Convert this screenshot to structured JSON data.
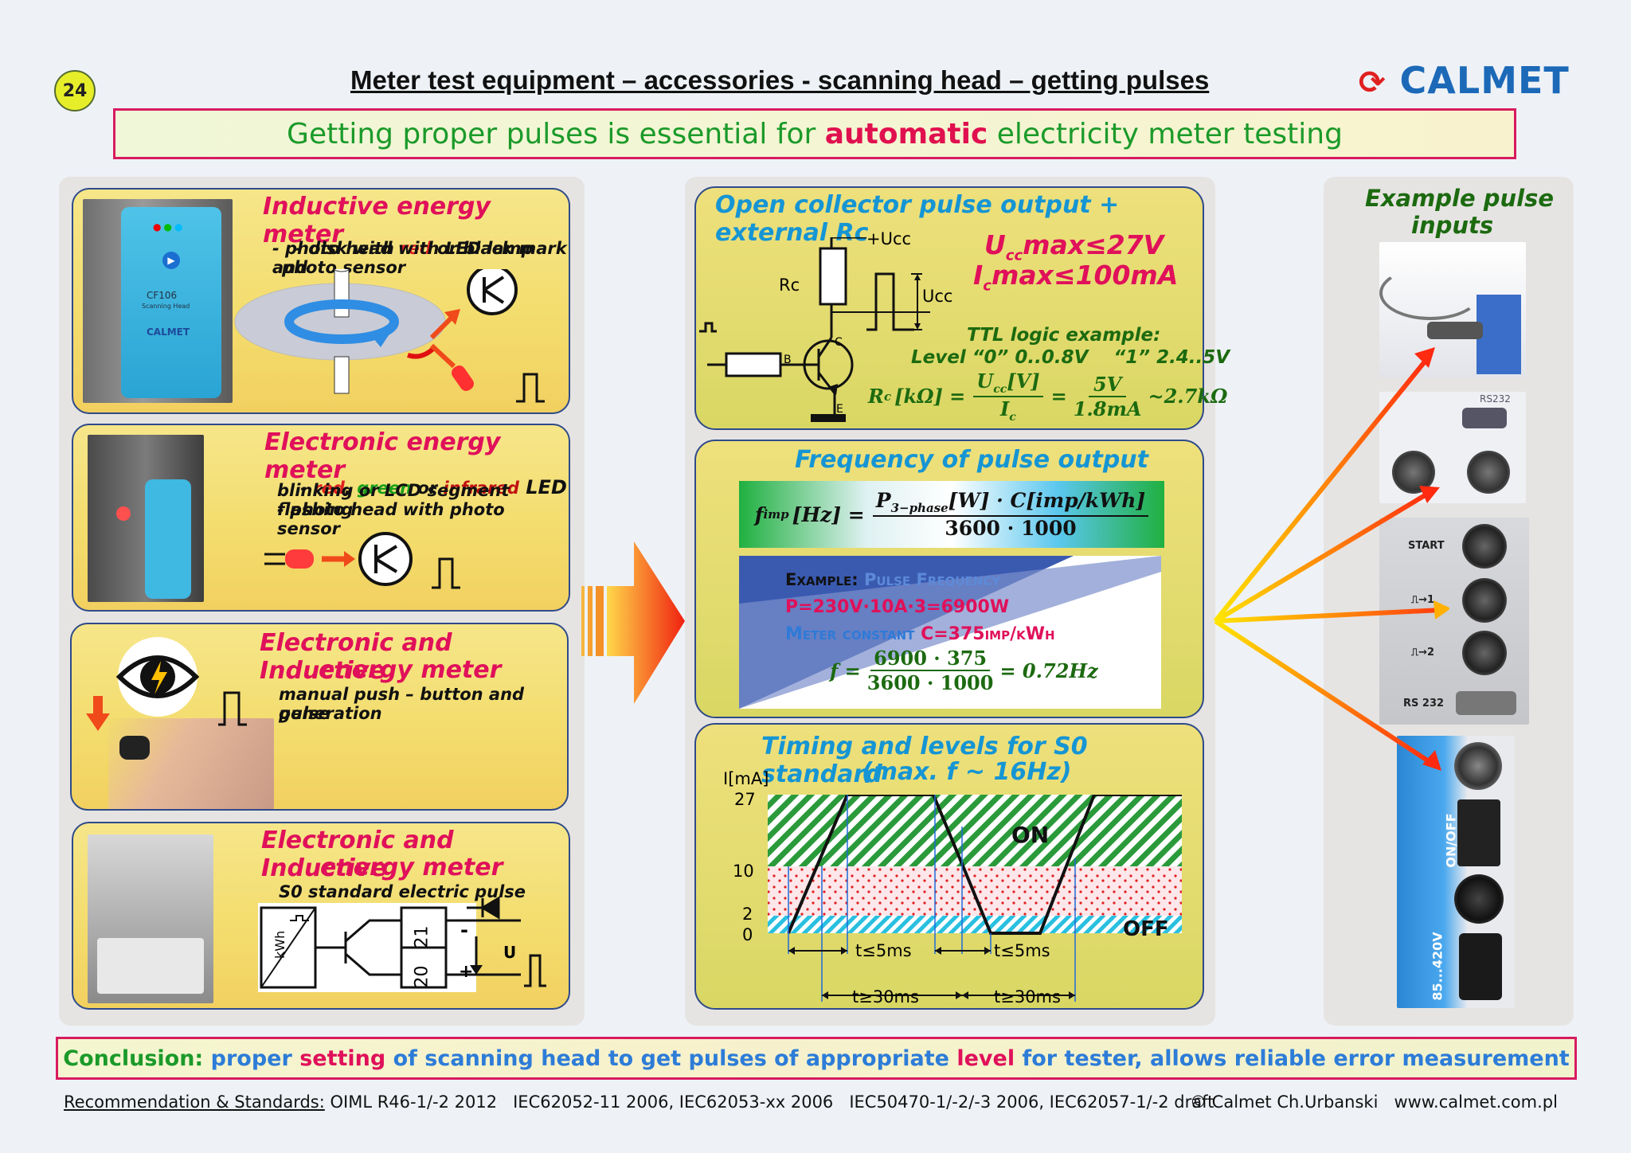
{
  "header": {
    "slide_number": "24",
    "title": "Meter test equipment – accessories - scanning head – getting pulses",
    "logo": "CALMET",
    "banner_before": "Getting proper pulses is essential for ",
    "banner_emph": "automatic",
    "banner_after": " electricity meter testing"
  },
  "left": {
    "inductive": {
      "heading": "Inductive energy meter",
      "line1_a": "- disk with ",
      "line1_red": "red",
      "line1_b": " or black mark",
      "line2": "- photo head with LED lamp and",
      "line3": "photo sensor",
      "device_model": "CF106",
      "device_sub": "Scanning Head",
      "device_brand": "CALMET"
    },
    "electronic": {
      "heading": "Electronic energy meter",
      "l1_a": "- ",
      "l1_red": "red",
      "l1_c1": ", ",
      "l1_green": "green",
      "l1_c2": " or ",
      "l1_inf": "infrared",
      "l1_led": " LED",
      "line2": "blinking or LCD segment flashing",
      "line3": "- photo head with photo sensor"
    },
    "manual": {
      "heading1": "Electronic and Inductive",
      "heading2": "energy meter",
      "line1": "manual push – button and pulse",
      "line2": "generation"
    },
    "s0": {
      "heading1": "Electronic and Inductive",
      "heading2": "energy meter",
      "line1": "S0 standard electric pulse",
      "kwh": "kWh",
      "t21": "21",
      "t20": "20",
      "minus": "-",
      "plus": "+",
      "u": "U"
    }
  },
  "middle": {
    "oc": {
      "heading": "Open collector pulse output + external Rc",
      "ucc_label": "+Ucc",
      "rc_label": "Rc",
      "ucc_pulse": "Ucc",
      "c": "C",
      "b": "B",
      "e": "E",
      "ucc_max": "U",
      "ucc_max_sub": "cc",
      "ucc_max_val": "max≤27V",
      "ic_max": "I",
      "ic_max_sub": "c",
      "ic_max_val": "max≤100mA",
      "ttl1": "TTL logic example:",
      "ttl2": "Level “0” 0..0.8V    “1” 2.4..5V",
      "rc_formula_lhs": "R",
      "rc_formula_sub": "c",
      "rc_formula_unit": "[kΩ] =",
      "rc_num": "U",
      "rc_num_sub": "cc",
      "rc_num_unit": "[V]",
      "rc_den": "I",
      "rc_den_sub": "c",
      "rc_eq": "=",
      "rc_num2": "5V",
      "rc_den2": "1.8mA",
      "rc_res": "~2.7kΩ"
    },
    "freq": {
      "heading": "Frequency of pulse output",
      "f_lhs": "f",
      "f_lhs_sub": "imp",
      "f_lhs_unit": "[Hz] =",
      "f_num": "P",
      "f_num_sub": "3−phase",
      "f_num_rest": "[W] · C[imp/kWh]",
      "f_den": "3600 · 1000",
      "ex1": "Example: ",
      "ex1_b": "Pulse Frequency",
      "ex2": "P=230V·10A·3=6900W",
      "ex3": "Meter constant ",
      "ex3_b": "C=375imp/kWh",
      "ex_f": "f =",
      "ex_num": "6900 · 375",
      "ex_den": "3600 · 1000",
      "ex_res": "= 0.72Hz"
    },
    "timing": {
      "heading1": "Timing and levels for S0 standard",
      "heading2": "(max. f ~ 16Hz)",
      "ylabel": "I[mA]",
      "y27": "27",
      "y10": "10",
      "y2": "2",
      "y0": "0",
      "on": "ON",
      "off": "OFF",
      "t1": "t≤5ms",
      "t2": "t≤5ms",
      "t3": "t≥30ms",
      "t4": "t≥30ms"
    }
  },
  "right": {
    "heading1": "Example pulse",
    "heading2": "inputs",
    "rs232a": "RS232",
    "start": "START",
    "in1": "1",
    "in2": "2",
    "rs232b": "RS 232",
    "onoff": "ON/OFF",
    "volt": "85...420V"
  },
  "conclusion": {
    "c1": "Conclusion: ",
    "c2": "proper ",
    "c3": "setting ",
    "c4": "of scanning head to get pulses of appropriate ",
    "c5": "level",
    "c6": " for tester, allows reliable error measurement"
  },
  "footer": {
    "rec": "Recommendation & Standards:",
    "std": " OIML R46-1/-2 2012   IEC62052-11 2006, IEC62053-xx 2006   IEC50470-1/-2/-3 2006, IEC62057-1/-2 draft",
    "copy": "© Calmet Ch.Urbanski   www.calmet.com.pl"
  },
  "colors": {
    "accent_pink": "#e0105a",
    "accent_blue": "#1595d4",
    "accent_green": "#1b9a2a",
    "brand": "#1c69b8"
  }
}
